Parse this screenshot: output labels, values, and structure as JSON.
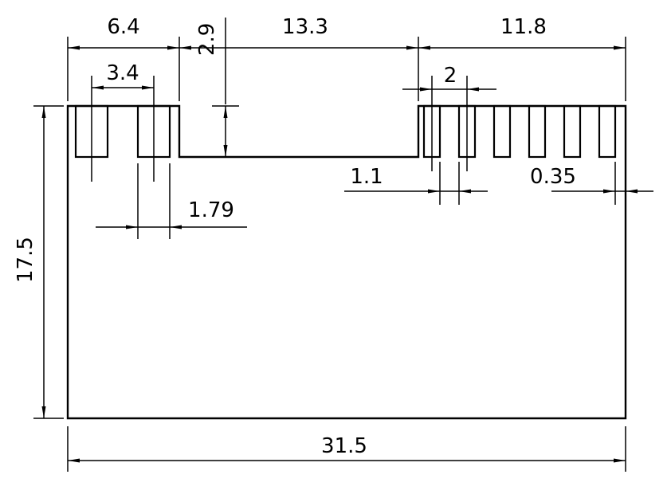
{
  "drawing": {
    "background_color": "#ffffff",
    "line_color": "#000000",
    "dimensions": {
      "top_left_width": "6.4",
      "notch_depth": "2.9",
      "notch_width": "13.3",
      "top_right_width": "11.8",
      "left_slot_pitch": "3.4",
      "left_slot_width": "1.79",
      "right_slot_pitch": "2",
      "right_slot_gap": "1.1",
      "right_edge_offset": "0.35",
      "overall_height": "17.5",
      "overall_width": "31.5"
    }
  }
}
